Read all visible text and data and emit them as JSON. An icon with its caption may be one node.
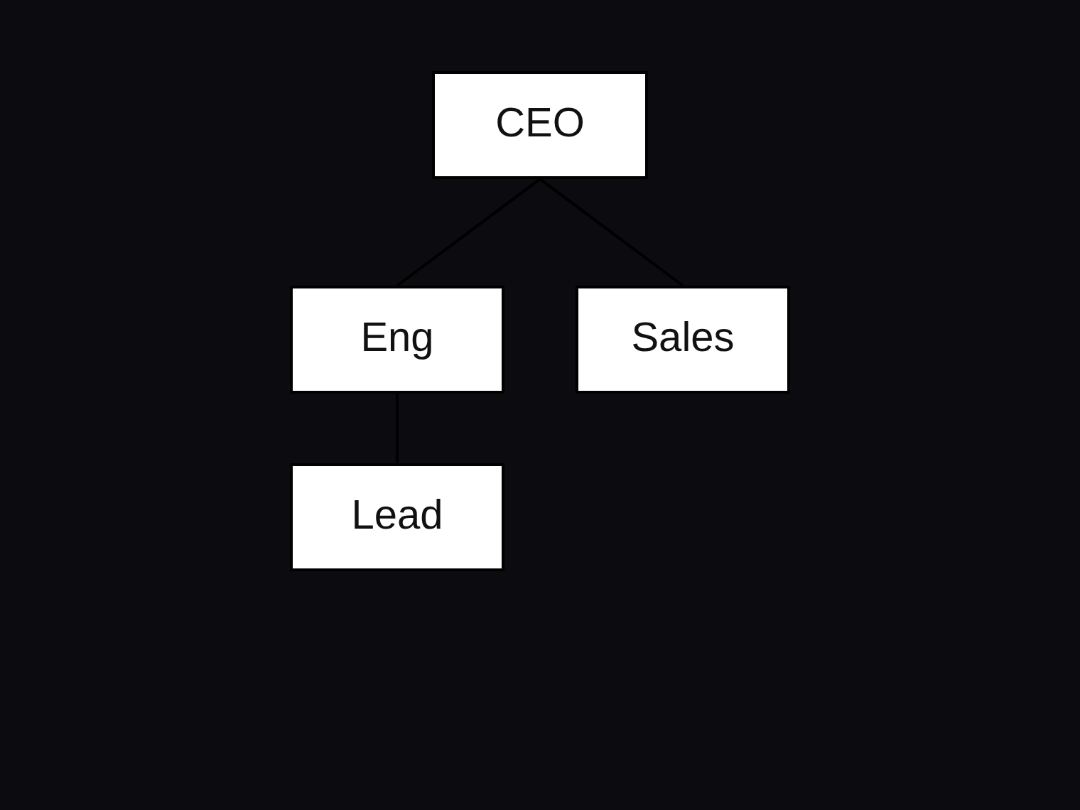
{
  "diagram": {
    "nodes": [
      {
        "text": [
          "CEO"
        ]
      },
      {
        "text": [
          "Eng"
        ]
      },
      {
        "text": [
          "Sales"
        ]
      },
      {
        "text": [
          "Lead"
        ]
      }
    ],
    "edges": [
      {
        "from": 0,
        "to": 1,
        "arrow": "none"
      },
      {
        "from": 0,
        "to": 2,
        "arrow": "none"
      },
      {
        "from": 1,
        "to": 3,
        "arrow": "none"
      }
    ]
  }
}
